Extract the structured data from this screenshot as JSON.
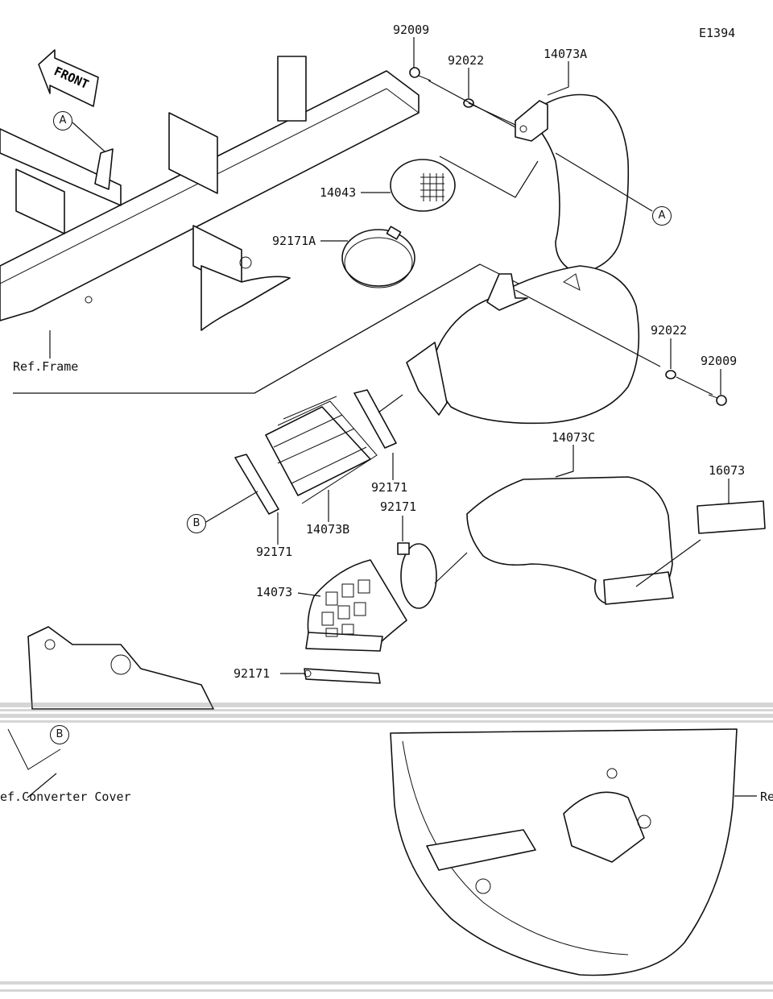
{
  "diagram_code": "E1394",
  "front_arrow_text": "FRONT",
  "parts": {
    "bolt_top": "92009",
    "washer_top": "92022",
    "duct_upper": "14073A",
    "screen": "14043",
    "clamp_a": "92171A",
    "washer_right": "92022",
    "bolt_right": "92009",
    "duct_lower_right": "14073C",
    "label_plate": "16073",
    "clamp_mid_right": "92171",
    "boot_middle": "14073B",
    "clamp_mid_left": "92171",
    "clamp_right_lower": "92171",
    "elbow_duct": "14073",
    "clamp_bottom": "92171"
  },
  "refs": {
    "frame": "Ref.Frame",
    "converter_cover": "ef.Converter Cover",
    "right_edge": "Re"
  },
  "callouts": {
    "a_left": "A",
    "a_right": "A",
    "b_left": "B",
    "b_lower": "B"
  }
}
